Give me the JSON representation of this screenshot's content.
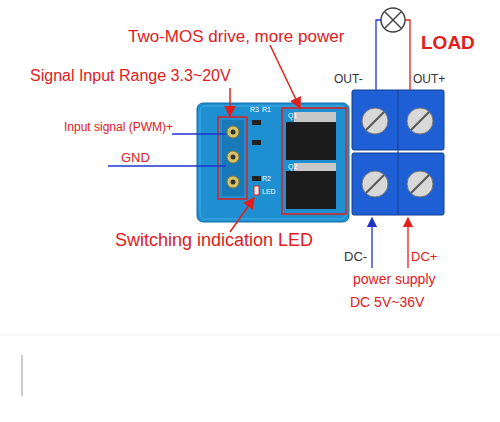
{
  "diagram": {
    "labels": [
      "Two-MOS drive, more power",
      "LOAD",
      "Signal Input Range  3.3~20V",
      "OUT-",
      "OUT+",
      "R3",
      "R1",
      "Input signal (PWM)+",
      "Q1",
      "GND",
      "R2",
      "LED",
      "Q2",
      "Switching indication LED",
      "DC-",
      "DC+",
      "power supply",
      "DC 5V~36V"
    ]
  }
}
